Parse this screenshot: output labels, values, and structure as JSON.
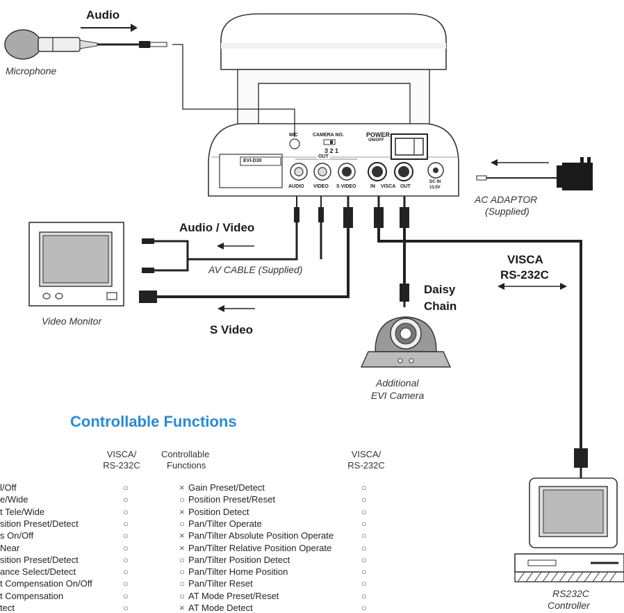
{
  "labels": {
    "audio": "Audio",
    "microphone": "Microphone",
    "audio_video": "Audio / Video",
    "av_cable": "AV CABLE (Supplied)",
    "video_monitor": "Video Monitor",
    "s_video": "S Video",
    "daisy_chain_1": "Daisy",
    "daisy_chain_2": "Chain",
    "visca": "VISCA",
    "rs232c": "RS-232C",
    "ac_adaptor_1": "AC ADAPTOR",
    "ac_adaptor_2": "(Supplied)",
    "additional_1": "Additional",
    "additional_2": "EVI Camera",
    "controller_1": "RS232C",
    "controller_2": "Controller"
  },
  "panel": {
    "mic": "MIC",
    "camera_no": "CAMERA NO.",
    "camera_nums": "3 2 1",
    "power": "POWER",
    "on_off": "ON/OFF",
    "out": "OUT",
    "audio": "AUDIO",
    "video": "VIDEO",
    "s_video": "S VIDEO",
    "in": "IN",
    "visca": "VISCA",
    "out2": "OUT",
    "dc": "DC IN",
    "volt": "13.5V",
    "model": "EVI-D30"
  },
  "functions": {
    "title": "Controllable Functions",
    "col1_head_1": "VISCA/",
    "col1_head_2": "RS-232C",
    "col2_head_1": "Controllable",
    "col2_head_2": "Functions",
    "col3_head_1": "VISCA/",
    "col3_head_2": "RS-232C",
    "left": [
      {
        "text": "l/Off",
        "mark": "○"
      },
      {
        "text": "e/Wide",
        "mark": "○"
      },
      {
        "text": "t Tele/Wide",
        "mark": "○"
      },
      {
        "text": "sition Preset/Detect",
        "mark": "○"
      },
      {
        "text": "s On/Off",
        "mark": "○"
      },
      {
        "text": "Near",
        "mark": "○"
      },
      {
        "text": "sition Preset/Detect",
        "mark": "○"
      },
      {
        "text": "ance Select/Detect",
        "mark": "○"
      },
      {
        "text": "t Compensation On/Off",
        "mark": "○"
      },
      {
        "text": "t Compensation",
        "mark": "○"
      },
      {
        "text": "tect",
        "mark": "○"
      }
    ],
    "right": [
      {
        "sym": "×",
        "text": "Gain Preset/Detect",
        "mark": "○"
      },
      {
        "sym": "○",
        "text": "Position Preset/Reset",
        "mark": "○"
      },
      {
        "sym": "×",
        "text": "Position Detect",
        "mark": "○"
      },
      {
        "sym": "○",
        "text": "Pan/Tilter Operate",
        "mark": "○"
      },
      {
        "sym": "×",
        "text": "Pan/Tilter Absolute Position Operate",
        "mark": "○"
      },
      {
        "sym": "×",
        "text": "Pan/Tilter Relative Position Operate",
        "mark": "○"
      },
      {
        "sym": "○",
        "text": "Pan/Tilter Position Detect",
        "mark": "○"
      },
      {
        "sym": "○",
        "text": "Pan/Tilter Home Position",
        "mark": "○"
      },
      {
        "sym": "○",
        "text": "Pan/Tilter Reset",
        "mark": "○"
      },
      {
        "sym": "○",
        "text": "AT Mode Preset/Reset",
        "mark": "○"
      },
      {
        "sym": "×",
        "text": "AT Mode Detect",
        "mark": "○"
      }
    ]
  }
}
